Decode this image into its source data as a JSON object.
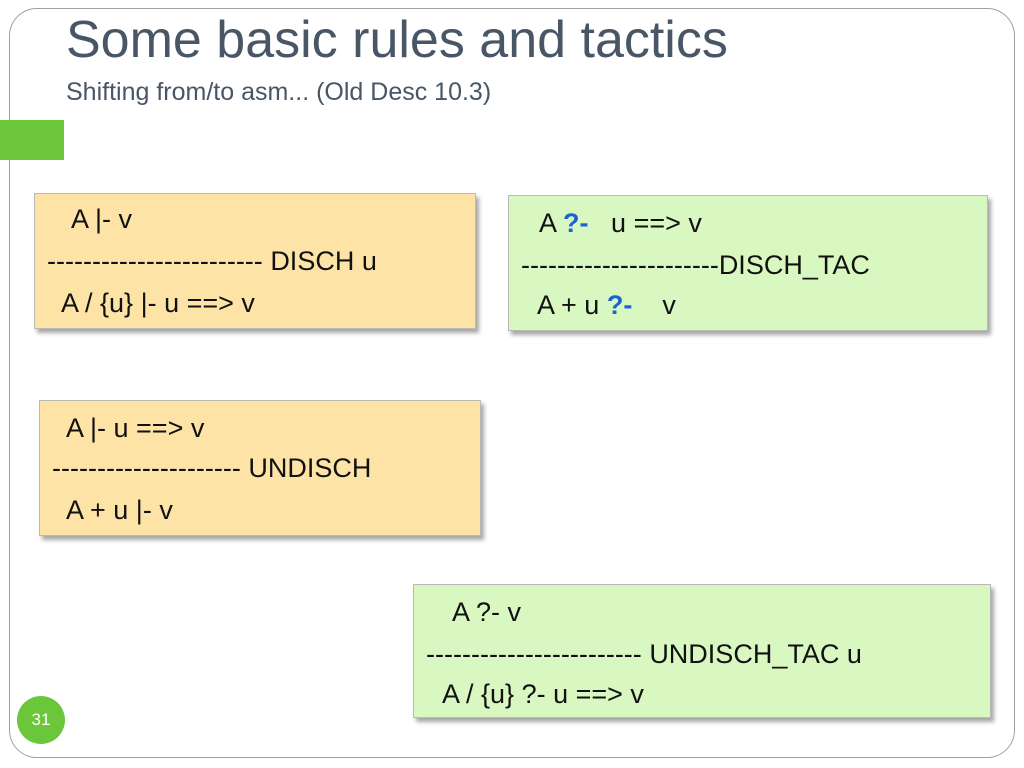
{
  "title": "Some basic rules and tactics",
  "subtitle": "Shifting from/to asm...  (Old Desc 10.3)",
  "page_number": "31",
  "colors": {
    "accent_green": "#6cc63a",
    "title_gray": "#485666",
    "rule_box_orange": "#fde4a6",
    "tactic_box_green": "#d9f7c0",
    "operator_blue": "#1a63d6"
  },
  "rules": {
    "disch": {
      "premise": "A |- v",
      "bar": "------------------------",
      "name": "DISCH u",
      "conclusion": "A / {u}  |- u ==> v"
    },
    "undisch": {
      "premise": "A |- u ==> v",
      "bar": "---------------------",
      "name": "UNDISCH",
      "conclusion": "A + u |- v"
    }
  },
  "tactics": {
    "disch_tac": {
      "goal_a": "A",
      "goal_op": "?-",
      "goal_rest": "u ==> v",
      "bar": "----------------------",
      "name": "DISCH_TAC",
      "subgoal_a": "A + u",
      "subgoal_op": "?-",
      "subgoal_rest": "v"
    },
    "undisch_tac": {
      "goal": "A ?- v",
      "bar": "------------------------",
      "name": "UNDISCH_TAC u",
      "subgoal": "A / {u}  ?- u ==> v"
    }
  }
}
